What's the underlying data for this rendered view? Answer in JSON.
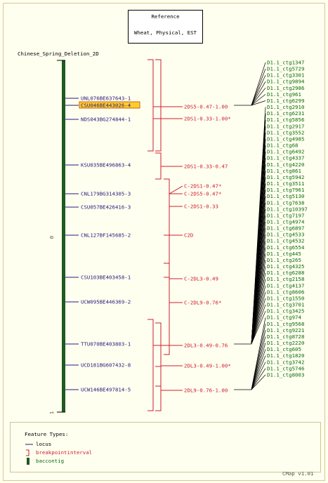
{
  "reference": {
    "title": "Reference",
    "subtitle": "Wheat, Physical, EST"
  },
  "map_name": "Chinese_Spring_Deletion_2D",
  "axis_start_label": "0",
  "axis_end_label": "1",
  "loci": [
    {
      "label": "UNL076BE637643-1",
      "highlighted": false
    },
    {
      "label": "CSU046BE443026-4",
      "highlighted": true
    },
    {
      "label": "NDS043BG274844-1",
      "highlighted": false
    },
    {
      "label": "KSU035BE496863-4",
      "highlighted": false
    },
    {
      "label": "CNL179BG314305-3",
      "highlighted": false
    },
    {
      "label": "CSU057BE426416-3",
      "highlighted": false
    },
    {
      "label": "CNL127BF145685-2",
      "highlighted": false
    },
    {
      "label": "CSU103BE403458-1",
      "highlighted": false
    },
    {
      "label": "UCW095BE446369-2",
      "highlighted": false
    },
    {
      "label": "TTU070BE403803-1",
      "highlighted": false
    },
    {
      "label": "UCD181BG607432-8",
      "highlighted": false
    },
    {
      "label": "UCW146BE497814-5",
      "highlighted": false
    }
  ],
  "intervals": [
    "2DS5-0.47-1.00",
    "2DS1-0.33-1.00*",
    "2DS1-0.33-0.47",
    "C-2DS1-0.47*",
    "C-2DS5-0.47*",
    "C-2DS1-0.33",
    "C2D",
    "C-2DL3-0.49",
    "C-2DL9-0.76*",
    "2DL3-0.49-0.76",
    "2DL3-0.49-1.00*",
    "2DL9-0.76-1.00"
  ],
  "contigs": [
    "D1.1_ctg1347",
    "D1.1_ctg5729",
    "D1.1_ctg3301",
    "D1.1_ctg9894",
    "D1.1_ctg2986",
    "D1.1_ctg961",
    "D1.1_ctg6299",
    "D1.1_ctg2910",
    "D1.1_ctg6231",
    "D1.1_ctg5856",
    "D1.1_ctg2917",
    "D1.1_ctg3552",
    "D1.1_ctg4985",
    "D1.1_ctg68",
    "D1.1_ctg6492",
    "D1.1_ctg4337",
    "D1.1_ctg4220",
    "D1.1_ctg861",
    "D1.1_ctg5942",
    "D1.1_ctg3511",
    "D1.1_ctg7961",
    "D1.1_ctg5130",
    "D1.1_ctg7638",
    "D1.1_ctg10397",
    "D1.1_ctg7197",
    "D1.1_ctg4974",
    "D1.1_ctg6897",
    "D1.1_ctg4533",
    "D1.1_ctg4532",
    "D1.1_ctg6554",
    "D1.1_ctg445",
    "D1.1_ctg265",
    "D1.1_ctg4325",
    "D1.1_ctg6288",
    "D1.1_ctg2158",
    "D1.1_ctg4137",
    "D1.1_ctg8606",
    "D1.1_ctg1550",
    "D1.1_ctg3701",
    "D1.1_ctg3425",
    "D1.1_ctg974",
    "D1.1_ctg9568",
    "D1.1_ctg9221",
    "D1.1_ctg8728",
    "D1.1_ctg2220",
    "D1.1_ctg605",
    "D1.1_ctg1820",
    "D1.1_ctg3742",
    "D1.1_ctg5746",
    "D1.1_ctg8003"
  ],
  "legend": {
    "title": "Feature Types:",
    "items": [
      {
        "label": "locus",
        "icon": "locus-line-icon"
      },
      {
        "label": "breakpointinterval",
        "icon": "bracket-icon"
      },
      {
        "label": "baccontig",
        "icon": "green-bar-icon"
      }
    ]
  },
  "footer": "CMap v1.01",
  "colors": {
    "background": "#fffff0",
    "frame": "#d8c890",
    "locus": "#2a1a7a",
    "interval": "#cc1c2c",
    "contig": "#0a6a0a",
    "chromosome": "#1f5a1f",
    "highlight": "#ffcc33"
  }
}
